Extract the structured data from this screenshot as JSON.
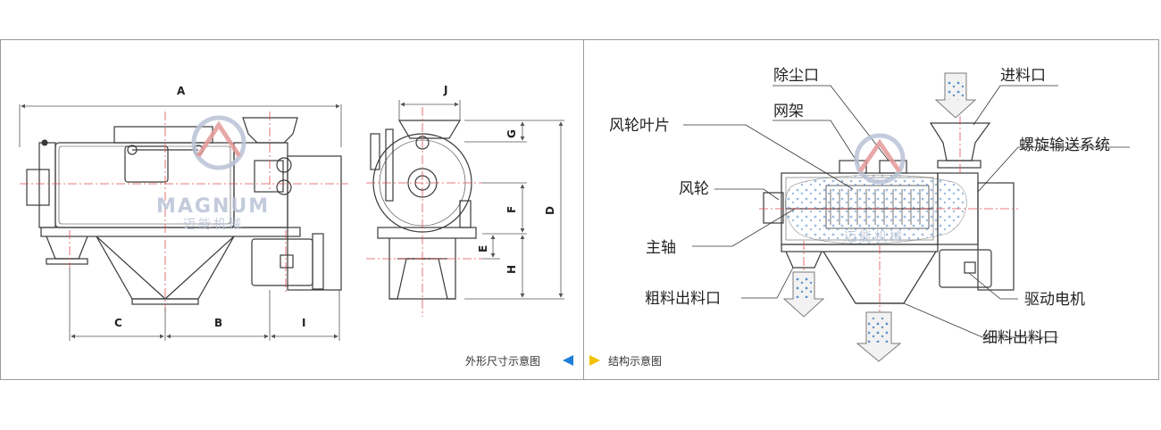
{
  "left_panel": {
    "dimensions": {
      "A": "A",
      "B": "B",
      "C": "C",
      "D": "D",
      "E": "E",
      "F": "F",
      "G": "G",
      "H": "H",
      "I": "I",
      "J": "J"
    },
    "caption": "外形尺寸示意图",
    "caption_arrow": "blue-left-triangle"
  },
  "right_panel": {
    "labels": {
      "dust_outlet": "除尘口",
      "feed_inlet": "进料口",
      "wind_wheel_blade": "风轮叶片",
      "screen_frame": "网架",
      "screw_conveyor": "螺旋输送系统",
      "wind_wheel": "风轮",
      "main_shaft": "主轴",
      "coarse_outlet": "粗料出料口",
      "drive_motor": "驱动电机",
      "fine_outlet": "细料出料口"
    },
    "caption": "结构示意图",
    "caption_arrow": "yellow-right-triangle"
  },
  "watermark": {
    "brand": "MAGNUM",
    "chinese": "迈能机械"
  },
  "colors": {
    "line": "#3a3a3a",
    "center_line": "#e05050",
    "dimension_line": "#555555",
    "arrow_blue": "#1e7fd8",
    "arrow_yellow": "#f2c100",
    "particle": "#4a86c8",
    "watermark": "#b9c2d6"
  }
}
